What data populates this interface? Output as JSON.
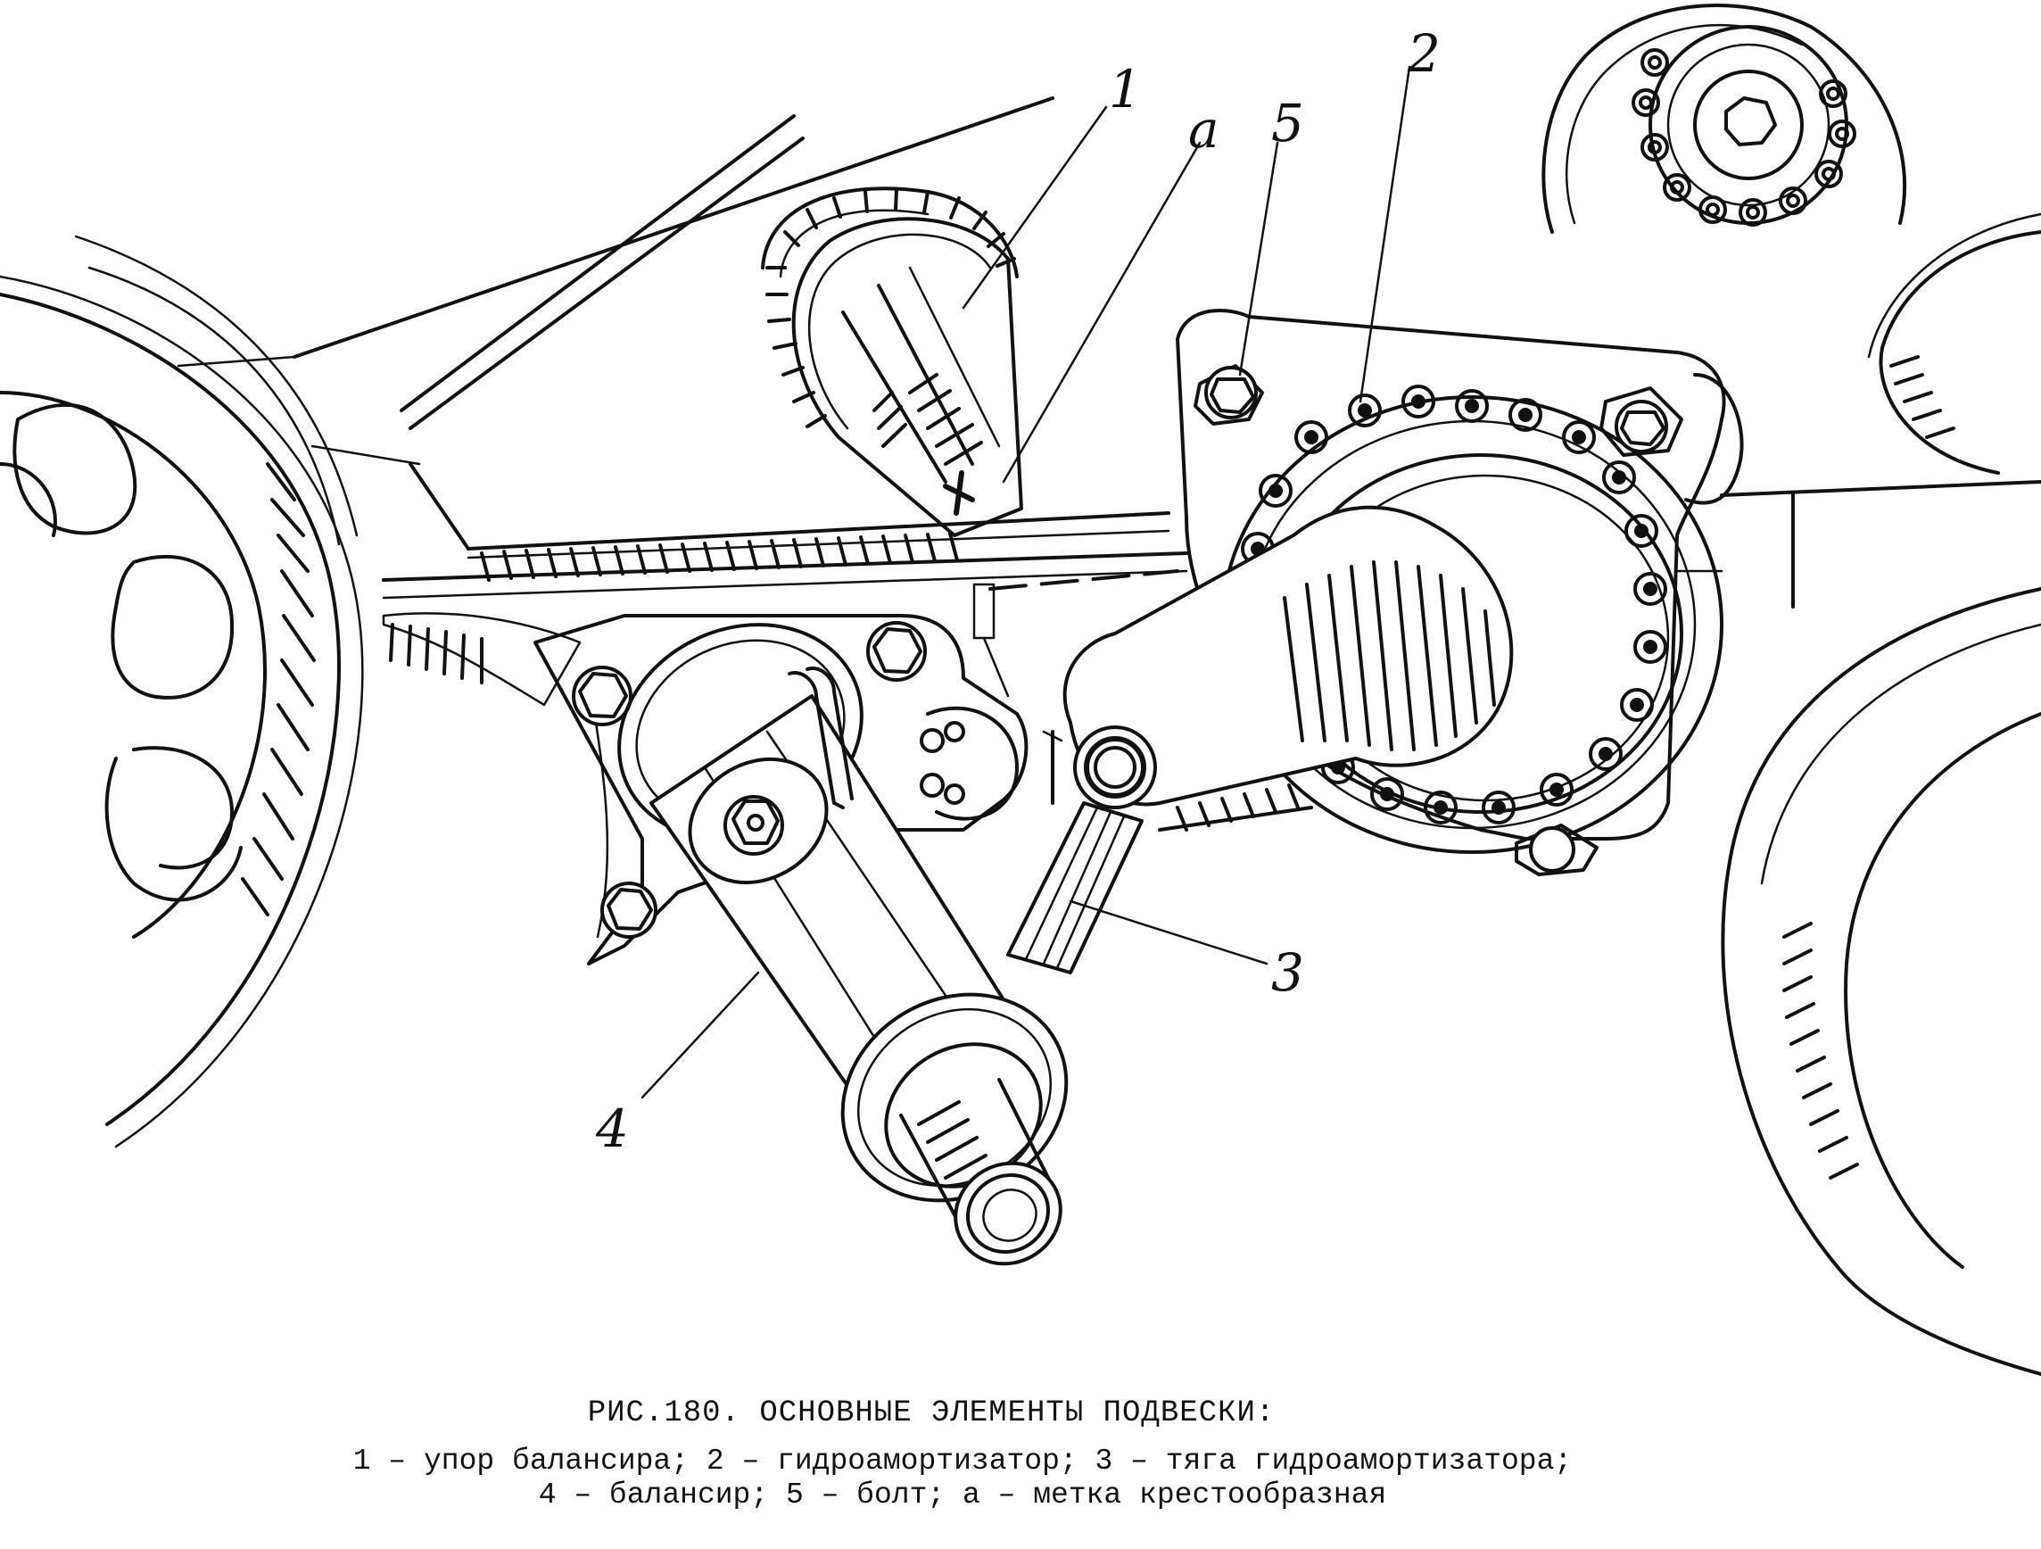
{
  "figure": {
    "callouts": {
      "c1": "1",
      "ca": "a",
      "c5": "5",
      "c2": "2",
      "c3": "3",
      "c4": "4"
    }
  },
  "caption": {
    "title": "РИС.180. ОСНОВНЫЕ ЭЛЕМЕНТЫ ПОДВЕСКИ:",
    "line1": "1 – упор балансира; 2 – гидроамортизатор; 3 – тяга гидроамортизатора;",
    "line2": "4 – балансир; 5 – болт; а – метка крестообразная"
  }
}
